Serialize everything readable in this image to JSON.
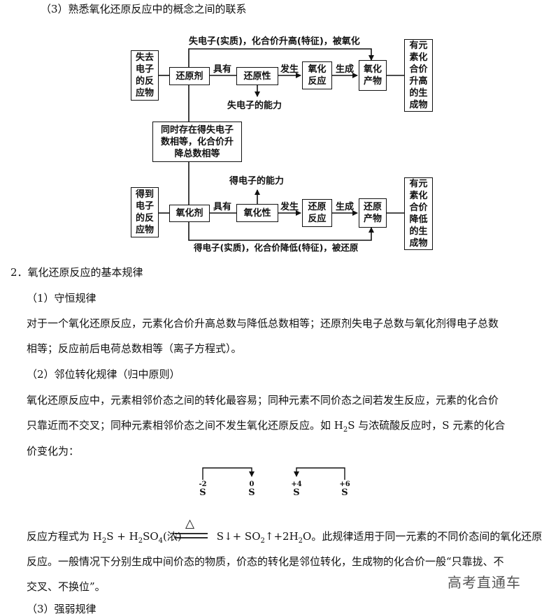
{
  "heading3": "（3）熟悉氧化还原反应中的概念之间的联系",
  "diagram": {
    "top_label": "失电子(实质)，化合价升高(特征)，被氧化",
    "top_left_box": [
      "失去",
      "电子",
      "的反",
      "应物"
    ],
    "reducer": "还原剂",
    "has1": "具有",
    "reducibility": "还原性",
    "occurs1": "发生",
    "oxidation_reaction": [
      "氧化",
      "反应"
    ],
    "produces1": "生成",
    "oxidation_product": [
      "氧化",
      "产物"
    ],
    "top_right_box": [
      "有元",
      "素化",
      "合价",
      "升高",
      "的生",
      "成物"
    ],
    "lose_ability": "失电子的能力",
    "middle_box": [
      "同时存在得失电子",
      "数相等，化合价升",
      "降总数相等"
    ],
    "gain_ability": "得电子的能力",
    "bottom_left_box": [
      "得到",
      "电子",
      "的反",
      "应物"
    ],
    "oxidant": "氧化剂",
    "has2": "具有",
    "oxidizability": "氧化性",
    "occurs2": "发生",
    "reduction_reaction": [
      "还原",
      "反应"
    ],
    "produces2": "生成",
    "reduction_product": [
      "还原",
      "产物"
    ],
    "bottom_right_box": [
      "有元",
      "素化",
      "合价",
      "降低",
      "的生",
      "成物"
    ],
    "bottom_label": "得电子(实质)，化合价降低(特征)，被还原"
  },
  "heading2": "2．氧化还原反应的基本规律",
  "sub1": "（1）守恒规律",
  "para1_line1": "对于一个氧化还原反应，元素化合价升高总数与降低总数相等；还原剂失电子总数与氧化剂得电子总数",
  "para1_line2": "相等；反应前后电荷总数相等（离子方程式）。",
  "sub2": "（2）邻位转化规律（归中原则）",
  "para2_line1": "氧化还原反应中，元素相邻价态之间的转化最容易；同种元素不同价态之间若发生反应，元素的化合价",
  "para2_line2_a": "只靠近而不交叉；同种元素相邻价态之间不发生氧化还原反应。如 H",
  "para2_line2_sub": "2",
  "para2_line2_b": "S 与浓硫酸反应时，S 元素的化合",
  "para2_line3": "价变化为：",
  "valence": {
    "v1": "-2",
    "v2": "0",
    "v3": "+4",
    "v4": "+6",
    "element": "S"
  },
  "equation": {
    "prefix": "反应方程式为 H",
    "h2s_sub": "2",
    "s_plus_h": "S + H",
    "h2so4_sub": "2",
    "so4": "SO",
    "so4_sub": "4",
    "conc": "(浓)",
    "delta": "△",
    "products_a": "S↓+ SO",
    "so2_sub": "2",
    "products_b": "↑+2H",
    "h2o_sub": "2",
    "products_c": "O。此规律适用于同一元素的不同价态间的氧化还原"
  },
  "para3_line2": "反应。一般情况下分别生成中间价态的物质，价态的转化是邻位转化，生成物的化合价一般“只靠拢、不",
  "para3_line3": "交叉、不换位”。",
  "watermark": "高考直通车",
  "cutoff": "（3）强弱规律"
}
